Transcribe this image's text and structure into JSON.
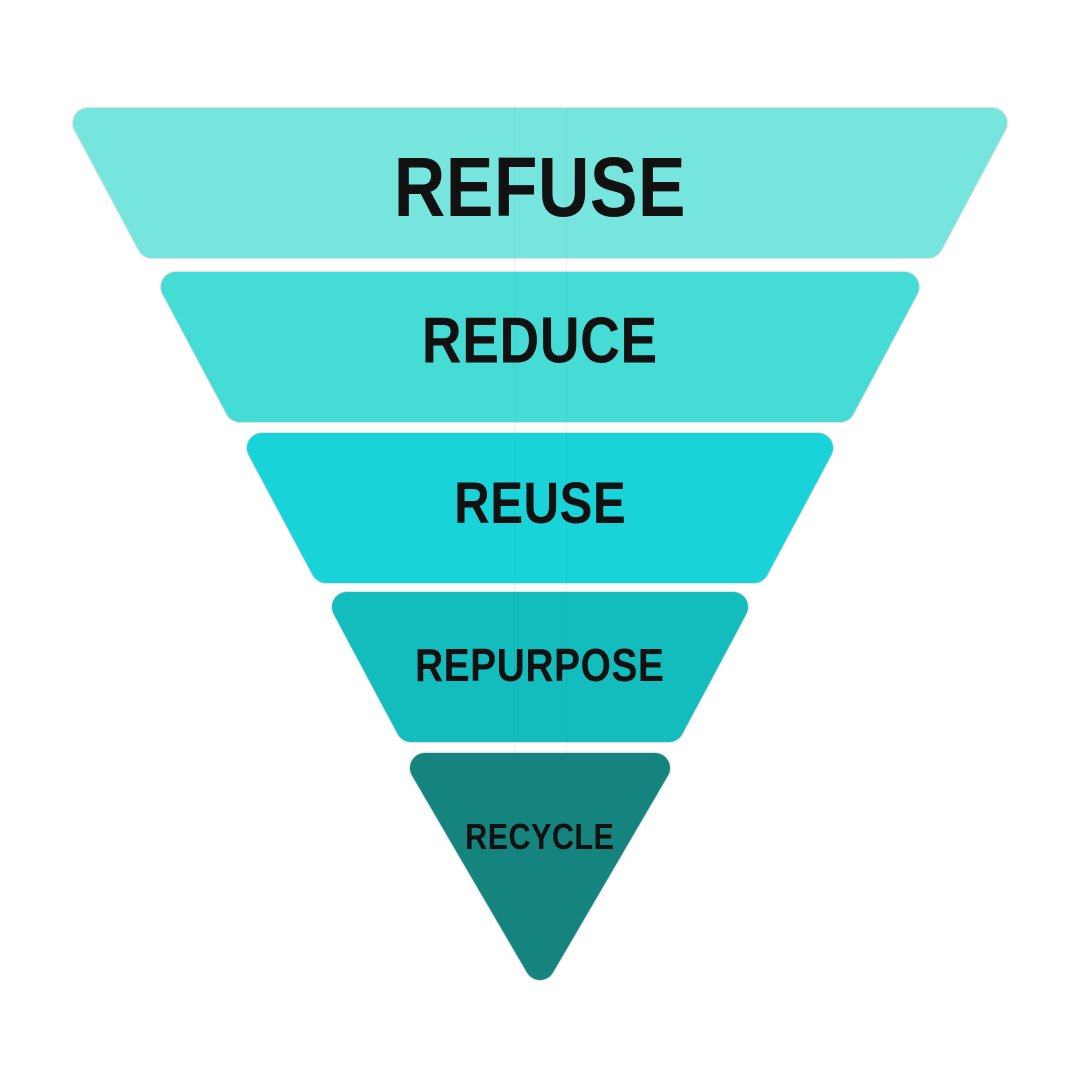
{
  "funnel": {
    "name": "waste-hierarchy-funnel",
    "text_color": "#111111",
    "background_color": "#ffffff",
    "levels": [
      {
        "label": "REFUSE",
        "color": "#76E5DE"
      },
      {
        "label": "REDUCE",
        "color": "#45DCD6"
      },
      {
        "label": "REUSE",
        "color": "#18D3D8"
      },
      {
        "label": "REPURPOSE",
        "color": "#14BDBD"
      },
      {
        "label": "RECYCLE",
        "color": "#15847E"
      }
    ]
  }
}
